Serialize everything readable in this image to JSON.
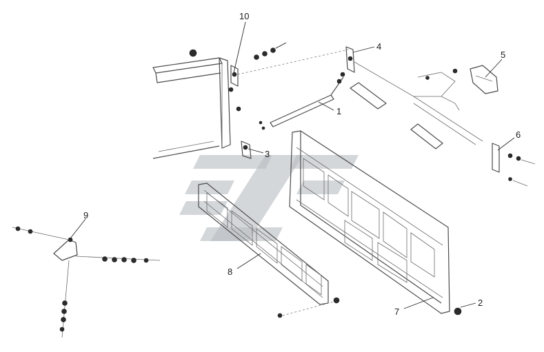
{
  "callouts": [
    {
      "id": "1",
      "label": "1"
    },
    {
      "id": "2",
      "label": "2"
    },
    {
      "id": "3",
      "label": "3"
    },
    {
      "id": "4",
      "label": "4"
    },
    {
      "id": "5",
      "label": "5"
    },
    {
      "id": "6",
      "label": "6"
    },
    {
      "id": "7",
      "label": "7"
    },
    {
      "id": "8",
      "label": "8"
    },
    {
      "id": "9",
      "label": "9"
    },
    {
      "id": "10",
      "label": "10"
    }
  ],
  "colors": {
    "line": "#4a4a4a",
    "watermark": "#b7bcc2",
    "background": "#ffffff"
  }
}
